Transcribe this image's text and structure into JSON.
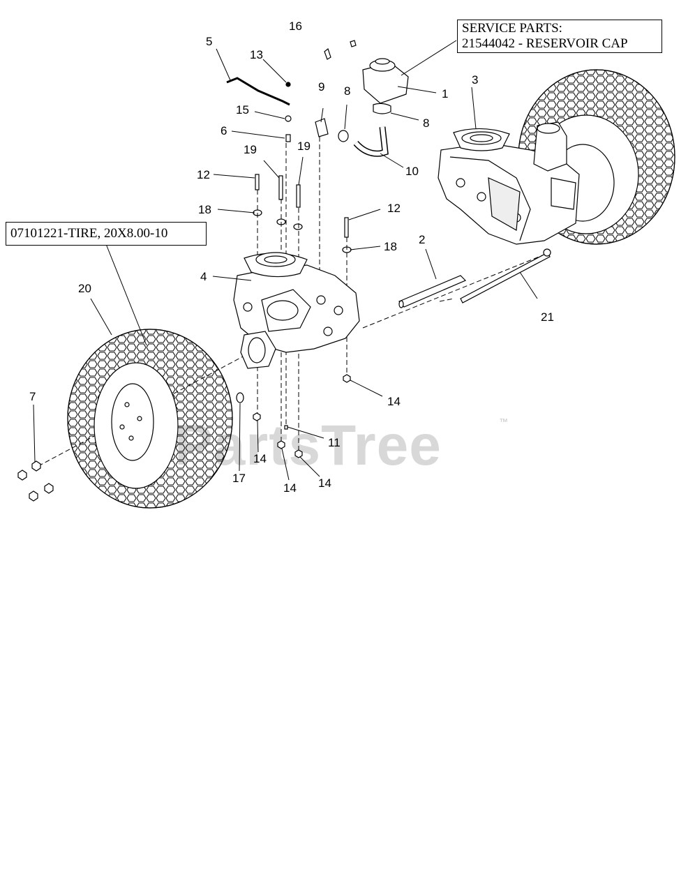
{
  "callouts": {
    "service_line1": "SERVICE PARTS:",
    "service_line2": "21544042 - RESERVOIR CAP",
    "tire": "07101221-TIRE, 20X8.00-10"
  },
  "watermark": {
    "brand": "PartsTree",
    "mark": "™"
  },
  "labels": {
    "l1": "1",
    "l2": "2",
    "l3": "3",
    "l4": "4",
    "l5": "5",
    "l6": "6",
    "l7": "7",
    "l8a": "8",
    "l8b": "8",
    "l9": "9",
    "l10": "10",
    "l11": "11",
    "l12a": "12",
    "l12b": "12",
    "l13": "13",
    "l14a": "14",
    "l14b": "14",
    "l14c": "14",
    "l14d": "14",
    "l15": "15",
    "l16": "16",
    "l17": "17",
    "l18a": "18",
    "l18b": "18",
    "l19a": "19",
    "l19b": "19",
    "l20": "20",
    "l21": "21"
  }
}
